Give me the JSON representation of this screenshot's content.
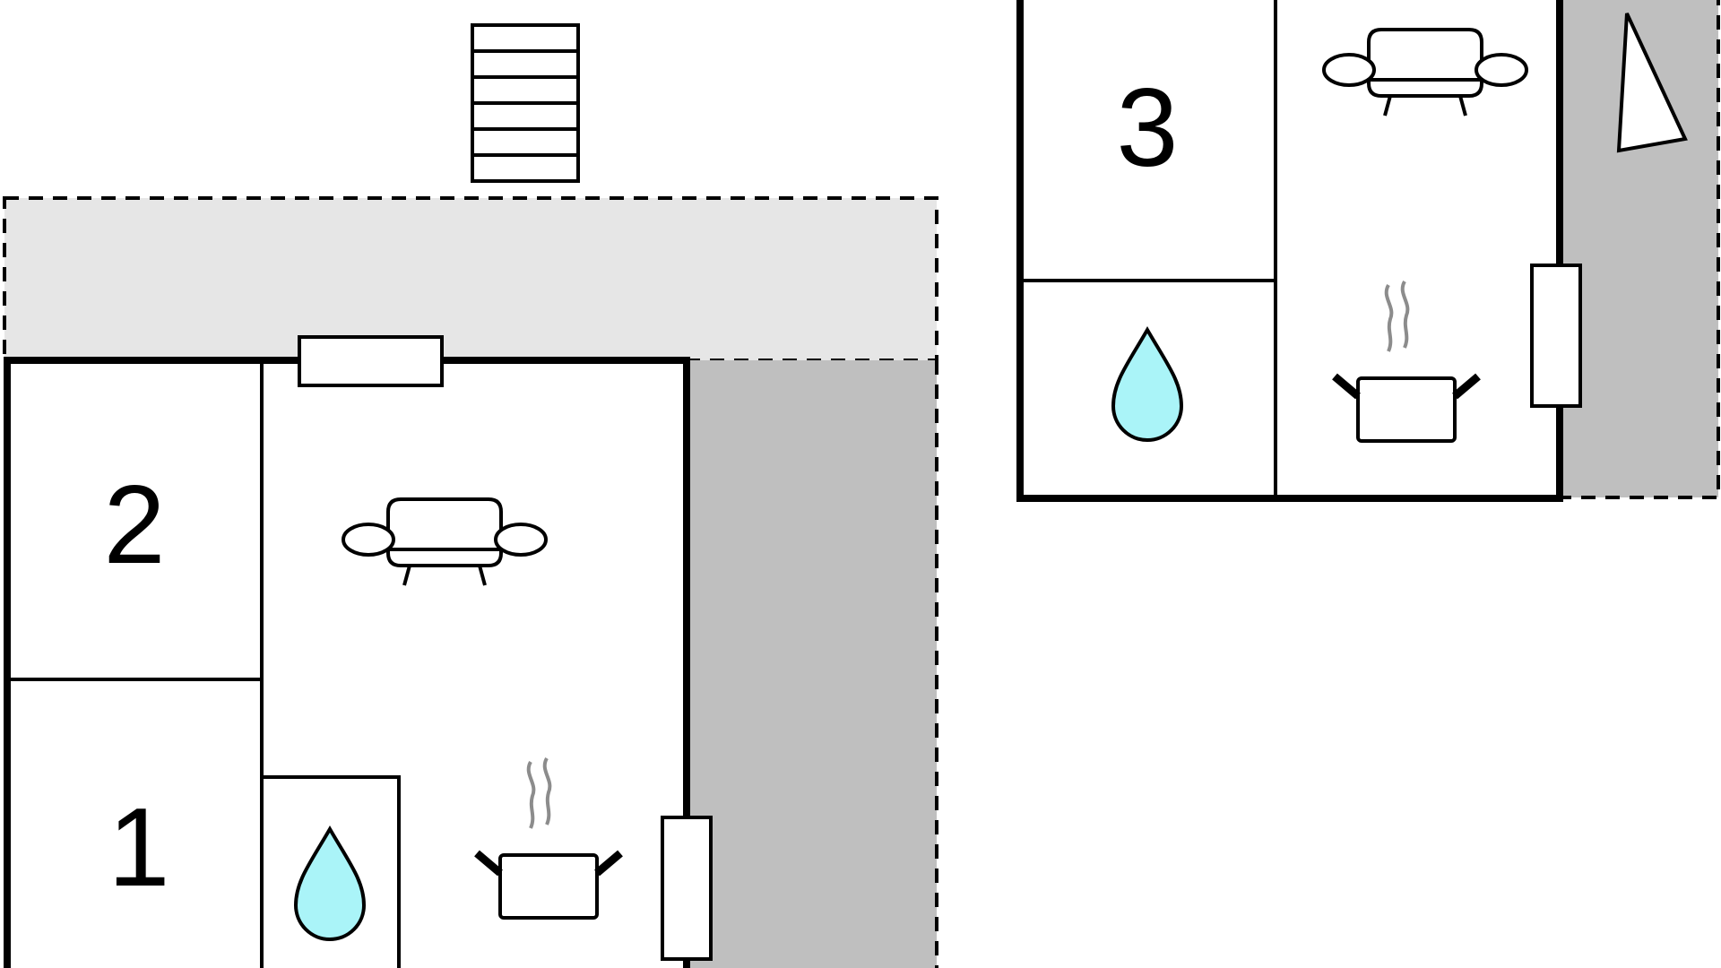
{
  "plan": {
    "colors": {
      "wall": "#000000",
      "terrace": "#e6e6e6",
      "garden": "#bfbfbf",
      "water": "#aaf4f8",
      "steam": "#8c8c8c",
      "background": "#ffffff"
    },
    "rooms": [
      {
        "label": "1",
        "type": "bedroom"
      },
      {
        "label": "2",
        "type": "bedroom"
      },
      {
        "label": "3",
        "type": "bedroom"
      }
    ],
    "icons": {
      "sofa": "sofa-icon",
      "bathroom": "water-drop-icon",
      "kitchen": "cooking-pot-icon",
      "stairs": "stairs-icon",
      "north": "north-arrow-icon",
      "door": "door-icon"
    }
  }
}
